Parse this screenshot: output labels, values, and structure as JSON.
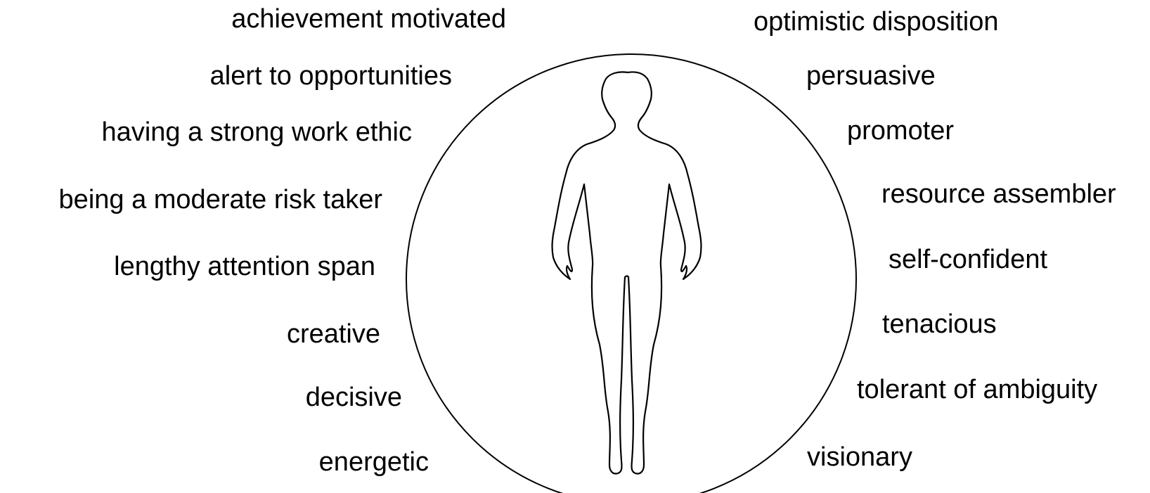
{
  "diagram": {
    "left_traits": [
      "achievement motivated",
      "alert to opportunities",
      "having a strong work ethic",
      "being a moderate risk taker",
      "lengthy attention span",
      "creative",
      "decisive",
      "energetic"
    ],
    "right_traits": [
      "optimistic disposition",
      "persuasive",
      "promoter",
      "resource assembler",
      "self-confident",
      "tenacious",
      "tolerant of ambiguity",
      "visionary"
    ],
    "colors": {
      "stroke": "#000000",
      "background": "#ffffff",
      "text": "#000000"
    },
    "figure_icon": "human-silhouette-icon"
  }
}
